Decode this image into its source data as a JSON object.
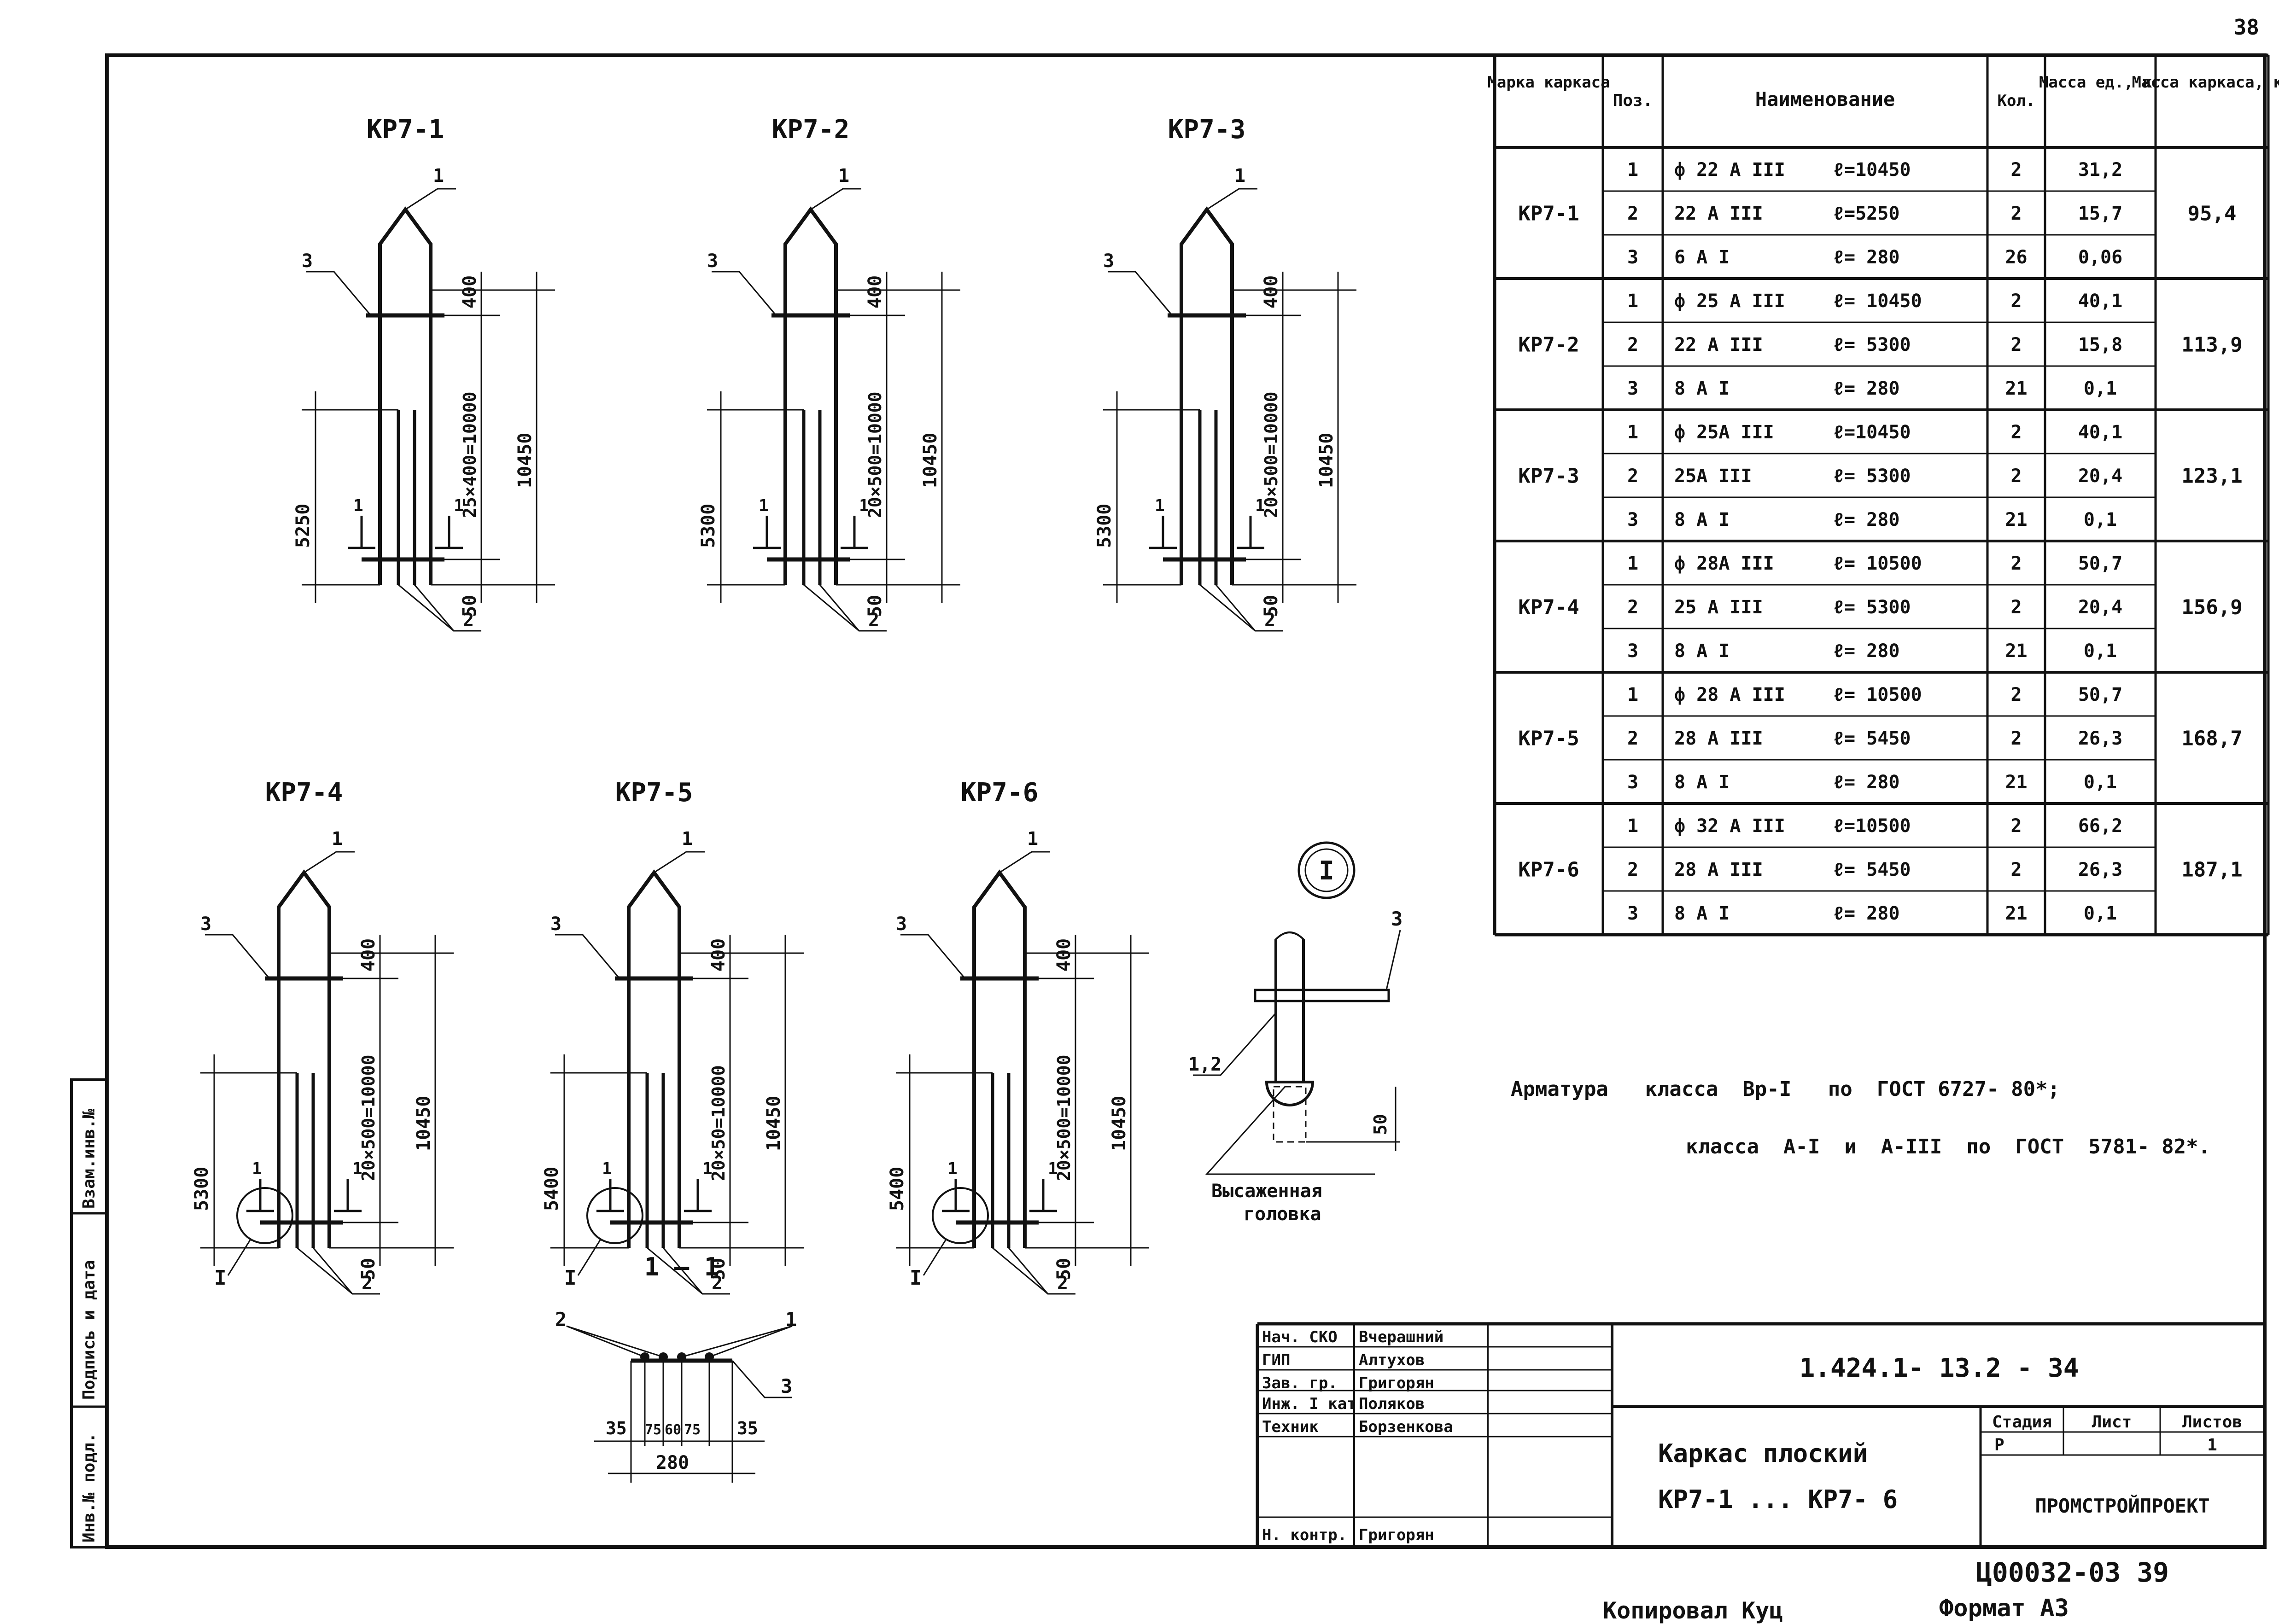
{
  "page_number": "38",
  "sheet_copy_number": "Ц00032-03  39",
  "format_label": "Формат А3",
  "copied_by": "Копировал Куц",
  "side_stamp": [
    "Инв.№ подл.",
    "Подпись и дата",
    "Взам.инв.№"
  ],
  "frames_top": [
    {
      "label": "КР7-1",
      "top_dim": "400",
      "spacing_dim": "25×400=10000",
      "total_dim": "10450",
      "bar2_len": "5250",
      "bottom_dim": "50",
      "sec_mark": "1"
    },
    {
      "label": "КР7-2",
      "top_dim": "400",
      "spacing_dim": "20×500=10000",
      "total_dim": "10450",
      "bar2_len": "5300",
      "bottom_dim": "50",
      "sec_mark": "1"
    },
    {
      "label": "КР7-3",
      "top_dim": "400",
      "spacing_dim": "20×500=10000",
      "total_dim": "10450",
      "bar2_len": "5300",
      "bottom_dim": "50",
      "sec_mark": "1"
    }
  ],
  "frames_bottom": [
    {
      "label": "КР7-4",
      "top_dim": "400",
      "spacing_dim": "20×500=10000",
      "total_dim": "10450",
      "bar2_len": "5300",
      "bottom_dim": "50",
      "sec_mark": "1"
    },
    {
      "label": "КР7-5",
      "top_dim": "400",
      "spacing_dim": "20×50=10000",
      "total_dim": "10450",
      "bar2_len": "5400",
      "bottom_dim": "50",
      "sec_mark": "1"
    },
    {
      "label": "КР7-6",
      "top_dim": "400",
      "spacing_dim": "20×500=10000",
      "total_dim": "10450",
      "bar2_len": "5400",
      "bottom_dim": "50",
      "sec_mark": "1"
    }
  ],
  "pos_labels": {
    "p1": "1",
    "p2": "2",
    "p3": "3",
    "detail": "I"
  },
  "section": {
    "title": "1 – 1",
    "dims": [
      "35",
      "75",
      "60",
      "75",
      "35"
    ],
    "total": "280",
    "p1": "1",
    "p2": "2",
    "p3": "3"
  },
  "detail": {
    "mark": "I",
    "label_12": "1,2",
    "p3": "3",
    "dim": "50",
    "caption1": "Высаженная",
    "caption2": "головка"
  },
  "note": {
    "line1": "Арматура   класса  Вр-I   по  ГОСТ 6727- 80*;",
    "line2": "класса  А-I  и  А-III  по  ГОСТ  5781- 82*."
  },
  "spec_table": {
    "headers": [
      "Марка каркаса",
      "Поз.",
      "Наименование",
      "Кол.",
      "Масса ед., кг",
      "Масса каркаса, кг"
    ],
    "groups": [
      {
        "mark": "КР7-1",
        "mass": "95,4",
        "rows": [
          {
            "pos": "1",
            "dia": "ф 22 А III",
            "len": "ℓ=10450",
            "qty": "2",
            "m": "31,2"
          },
          {
            "pos": "2",
            "dia": "22 А III",
            "len": "ℓ=5250",
            "qty": "2",
            "m": "15,7"
          },
          {
            "pos": "3",
            "dia": "6 А I",
            "len": "ℓ= 280",
            "qty": "26",
            "m": "0,06"
          }
        ]
      },
      {
        "mark": "КР7-2",
        "mass": "113,9",
        "rows": [
          {
            "pos": "1",
            "dia": "ф 25 А III",
            "len": "ℓ= 10450",
            "qty": "2",
            "m": "40,1"
          },
          {
            "pos": "2",
            "dia": "22 А III",
            "len": "ℓ= 5300",
            "qty": "2",
            "m": "15,8"
          },
          {
            "pos": "3",
            "dia": "8 А I",
            "len": "ℓ= 280",
            "qty": "21",
            "m": "0,1"
          }
        ]
      },
      {
        "mark": "КР7-3",
        "mass": "123,1",
        "rows": [
          {
            "pos": "1",
            "dia": "ф 25А III",
            "len": "ℓ=10450",
            "qty": "2",
            "m": "40,1"
          },
          {
            "pos": "2",
            "dia": "25А III",
            "len": "ℓ= 5300",
            "qty": "2",
            "m": "20,4"
          },
          {
            "pos": "3",
            "dia": "8 А I",
            "len": "ℓ= 280",
            "qty": "21",
            "m": "0,1"
          }
        ]
      },
      {
        "mark": "КР7-4",
        "mass": "156,9",
        "rows": [
          {
            "pos": "1",
            "dia": "ф 28А III",
            "len": "ℓ= 10500",
            "qty": "2",
            "m": "50,7"
          },
          {
            "pos": "2",
            "dia": "25 А III",
            "len": "ℓ= 5300",
            "qty": "2",
            "m": "20,4"
          },
          {
            "pos": "3",
            "dia": "8 А I",
            "len": "ℓ= 280",
            "qty": "21",
            "m": "0,1"
          }
        ]
      },
      {
        "mark": "КР7-5",
        "mass": "168,7",
        "rows": [
          {
            "pos": "1",
            "dia": "ф 28 А III",
            "len": "ℓ= 10500",
            "qty": "2",
            "m": "50,7"
          },
          {
            "pos": "2",
            "dia": "28 А III",
            "len": "ℓ= 5450",
            "qty": "2",
            "m": "26,3"
          },
          {
            "pos": "3",
            "dia": "8 А I",
            "len": "ℓ= 280",
            "qty": "21",
            "m": "0,1"
          }
        ]
      },
      {
        "mark": "КР7-6",
        "mass": "187,1",
        "rows": [
          {
            "pos": "1",
            "dia": "ф 32 А III",
            "len": "ℓ=10500",
            "qty": "2",
            "m": "66,2"
          },
          {
            "pos": "2",
            "dia": "28 А III",
            "len": "ℓ= 5450",
            "qty": "2",
            "m": "26,3"
          },
          {
            "pos": "3",
            "dia": "8 А I",
            "len": "ℓ= 280",
            "qty": "21",
            "m": "0,1"
          }
        ]
      }
    ]
  },
  "title_block": {
    "roles": [
      "Нач. СКО",
      "ГИП",
      "Зав. гр.",
      "Инж. I кат.",
      "Техник",
      "",
      "Н. контр."
    ],
    "names": [
      "Вчерашний",
      "Алтухов",
      "Григорян",
      "Поляков",
      "Борзенкова",
      "",
      "Григорян"
    ],
    "code": "1.424.1- 13.2 - 34",
    "title1": "Каркас  плоский",
    "title2": "КР7-1  ...  КР7- 6",
    "stage_h": "Стадия",
    "sheet_h": "Лист",
    "sheets_h": "Листов",
    "stage": "Р",
    "sheet": "",
    "sheets": "1",
    "org": "ПРОМСТРОЙПРОЕКТ"
  }
}
